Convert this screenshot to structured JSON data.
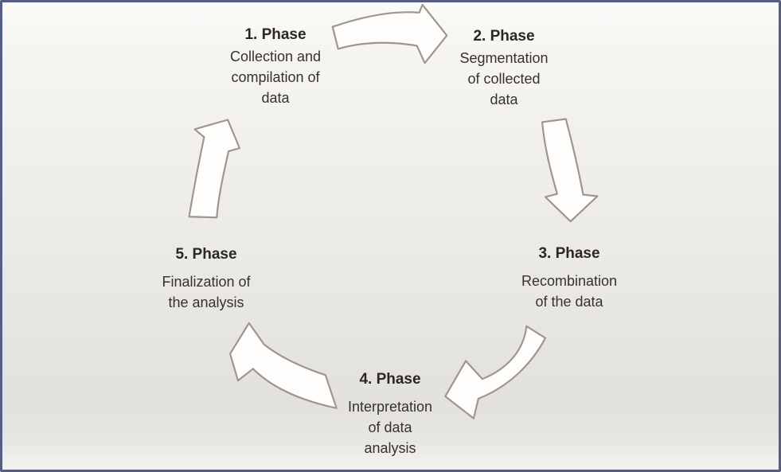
{
  "diagram": {
    "kind": "process-cycle",
    "phases": [
      {
        "label": "1. Phase",
        "description": "Collection and\ncompilation of\ndata"
      },
      {
        "label": "2. Phase",
        "description": "Segmentation\nof collected\ndata"
      },
      {
        "label": "3. Phase",
        "description": "Recombination\nof the data"
      },
      {
        "label": "4. Phase",
        "description": "Interpretation\nof data\nanalysis"
      },
      {
        "label": "5. Phase",
        "description": "Finalization of\nthe analysis"
      }
    ],
    "arrows": [
      "phase1-to-phase2",
      "phase2-to-phase3",
      "phase3-to-phase4",
      "phase4-to-phase5",
      "phase5-to-phase1"
    ],
    "colors": {
      "border": "#565e82",
      "background_top": "#fafaf8",
      "background_bottom": "#e3e1dd",
      "arrow_fill": "#fefdfc",
      "arrow_stroke": "#9e968b",
      "text": "#2e2a27"
    }
  }
}
